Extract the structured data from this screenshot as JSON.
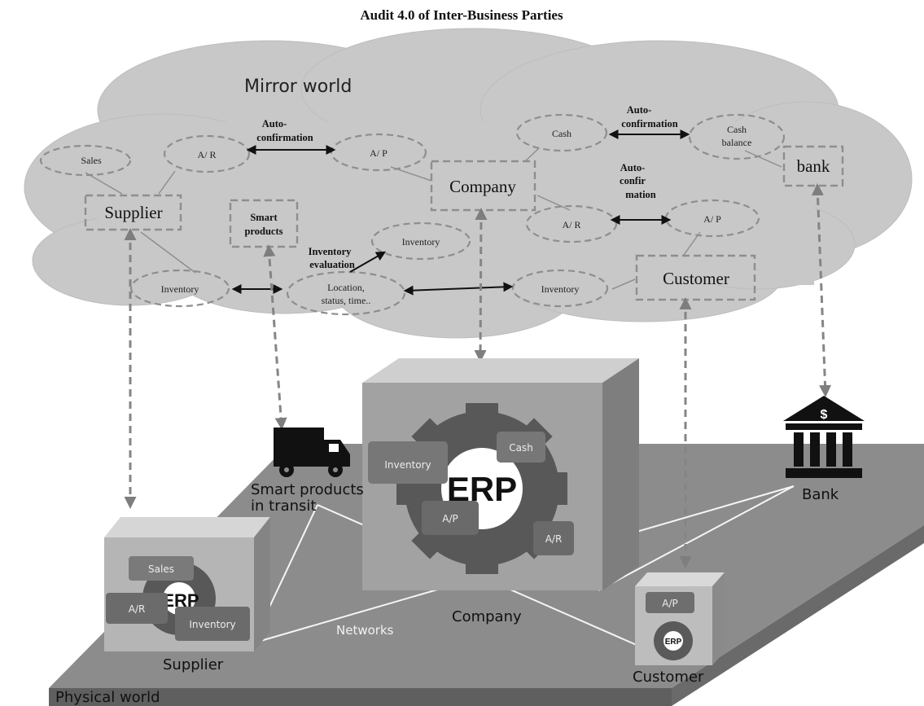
{
  "title": "Audit 4.0 of Inter-Business Parties",
  "mirror_world": {
    "label": "Mirror world",
    "nodes": {
      "sales": "Sales",
      "ar_supplier": "A/ R",
      "ap_company": "A/ P",
      "cash": "Cash",
      "cash_balance_1": "Cash",
      "cash_balance_2": "balance",
      "bank": "bank",
      "company": "Company",
      "supplier": "Supplier",
      "smart_products_1": "Smart",
      "smart_products_2": "products",
      "inventory_company": "Inventory",
      "ar_company": "A/ R",
      "ap_customer": "A/ P",
      "inventory_supplier": "Inventory",
      "location_1": "Location,",
      "location_2": "status, time..",
      "inventory_customer": "Inventory",
      "customer": "Customer"
    },
    "relations": {
      "auto_conf_1a": "Auto-",
      "auto_conf_1b": "confirmation",
      "auto_conf_2a": "Auto-",
      "auto_conf_2b": "confirmation",
      "auto_conf_3a": "Auto-",
      "auto_conf_3b": "confir",
      "auto_conf_3c": "mation",
      "inv_eval_1": "Inventory",
      "inv_eval_2": "evaluation"
    }
  },
  "physical_world": {
    "label": "Physical world",
    "truck_label_1": "Smart products",
    "truck_label_2": "in transit",
    "bank_label": "Bank",
    "company_label": "Company",
    "supplier_label": "Supplier",
    "customer_label": "Customer",
    "networks_label": "Networks",
    "company_erp": {
      "center": "ERP",
      "tags": [
        "Inventory",
        "Cash",
        "A/P",
        "A/R"
      ]
    },
    "supplier_erp": {
      "center": "ERP",
      "tags": [
        "Sales",
        "A/R",
        "Inventory"
      ]
    },
    "customer_erp": {
      "center": "ERP",
      "tags": [
        "A/P"
      ]
    },
    "bank_symbol": "$"
  },
  "colors": {
    "cloud": "#c9c9c9",
    "dashed": "#8a8a8a",
    "platform": "#8e8e8e",
    "box_front": "#9c9c9c",
    "gear": "#555555",
    "tag": "#6e6e6e"
  }
}
